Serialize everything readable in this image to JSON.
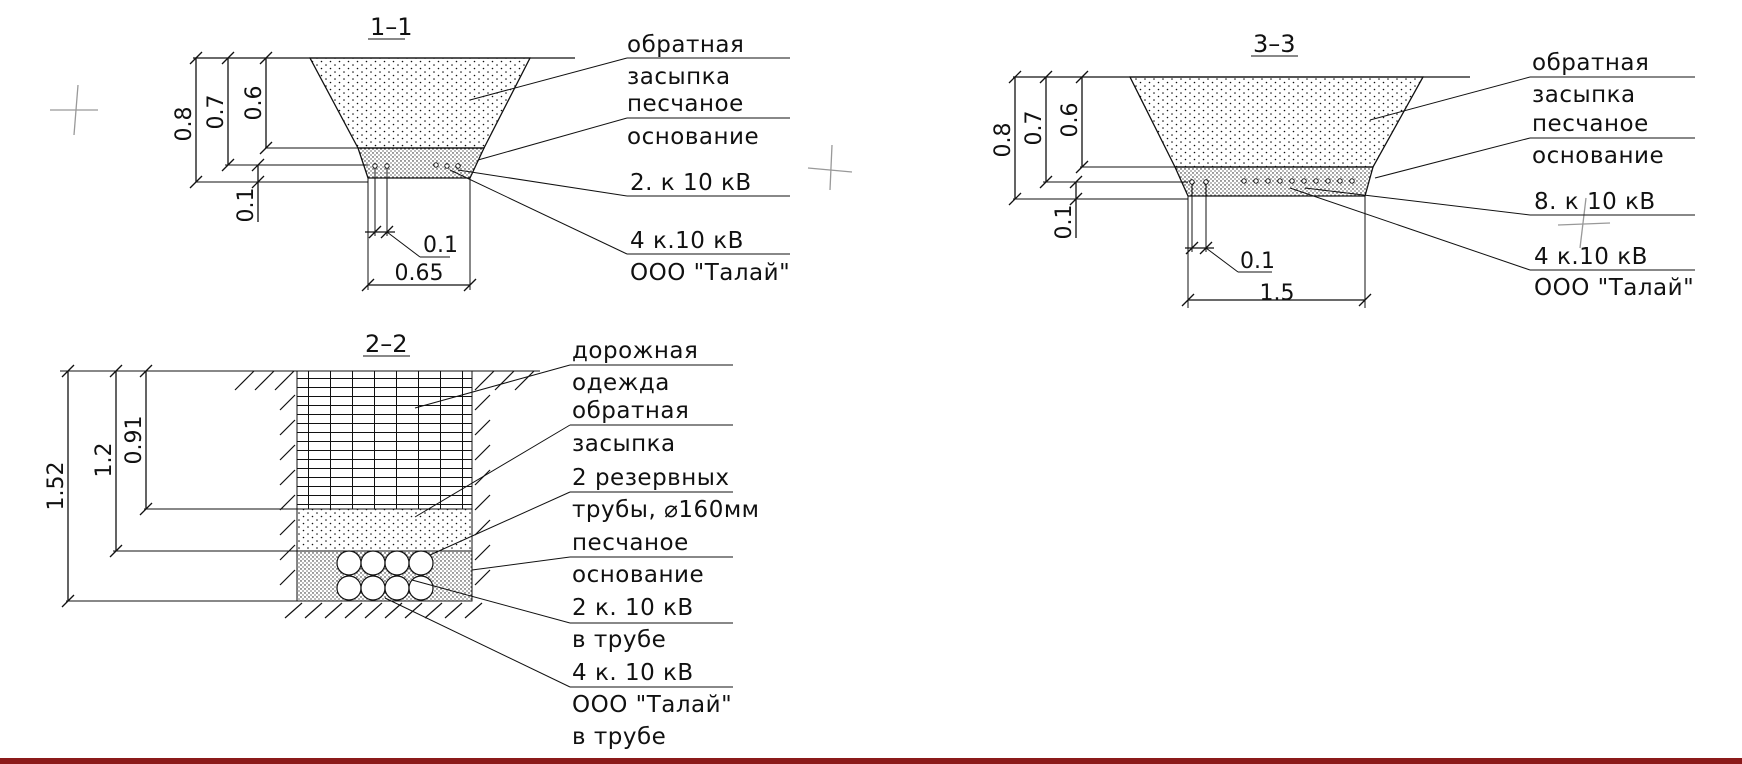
{
  "colors": {
    "ink": "#111111",
    "background": "#ffffff",
    "bottom_band": "#8b1a1a",
    "guide_cross": "#999999"
  },
  "section_1_1": {
    "title": "1–1",
    "labels": [
      "обратная",
      "засыпка",
      "песчаное",
      "основание",
      "2. к 10 кВ",
      "4 к.10 кВ",
      "ООО \"Талай\""
    ],
    "dims": [
      "0.8",
      "0.7",
      "0.6",
      "0.1",
      "0.1",
      "0.65"
    ]
  },
  "section_3_3": {
    "title": "3–3",
    "labels": [
      "обратная",
      "засыпка",
      "песчаное",
      "основание",
      "8. к 10 кВ",
      "4 к.10 кВ",
      "ООО \"Талай\""
    ],
    "dims": [
      "0.8",
      "0.7",
      "0.6",
      "0.1",
      "0.1",
      "1.5"
    ]
  },
  "section_2_2": {
    "title": "2–2",
    "labels": [
      "дорожная",
      "одежда",
      "обратная",
      "засыпка",
      "2 резервных",
      "трубы, ⌀160мм",
      "песчаное",
      "основание",
      "2 к. 10 кВ",
      "в трубе",
      "4 к. 10 кВ",
      "ООО \"Талай\"",
      "в трубе"
    ],
    "dims": [
      "1.52",
      "1.2",
      "0.91"
    ]
  }
}
